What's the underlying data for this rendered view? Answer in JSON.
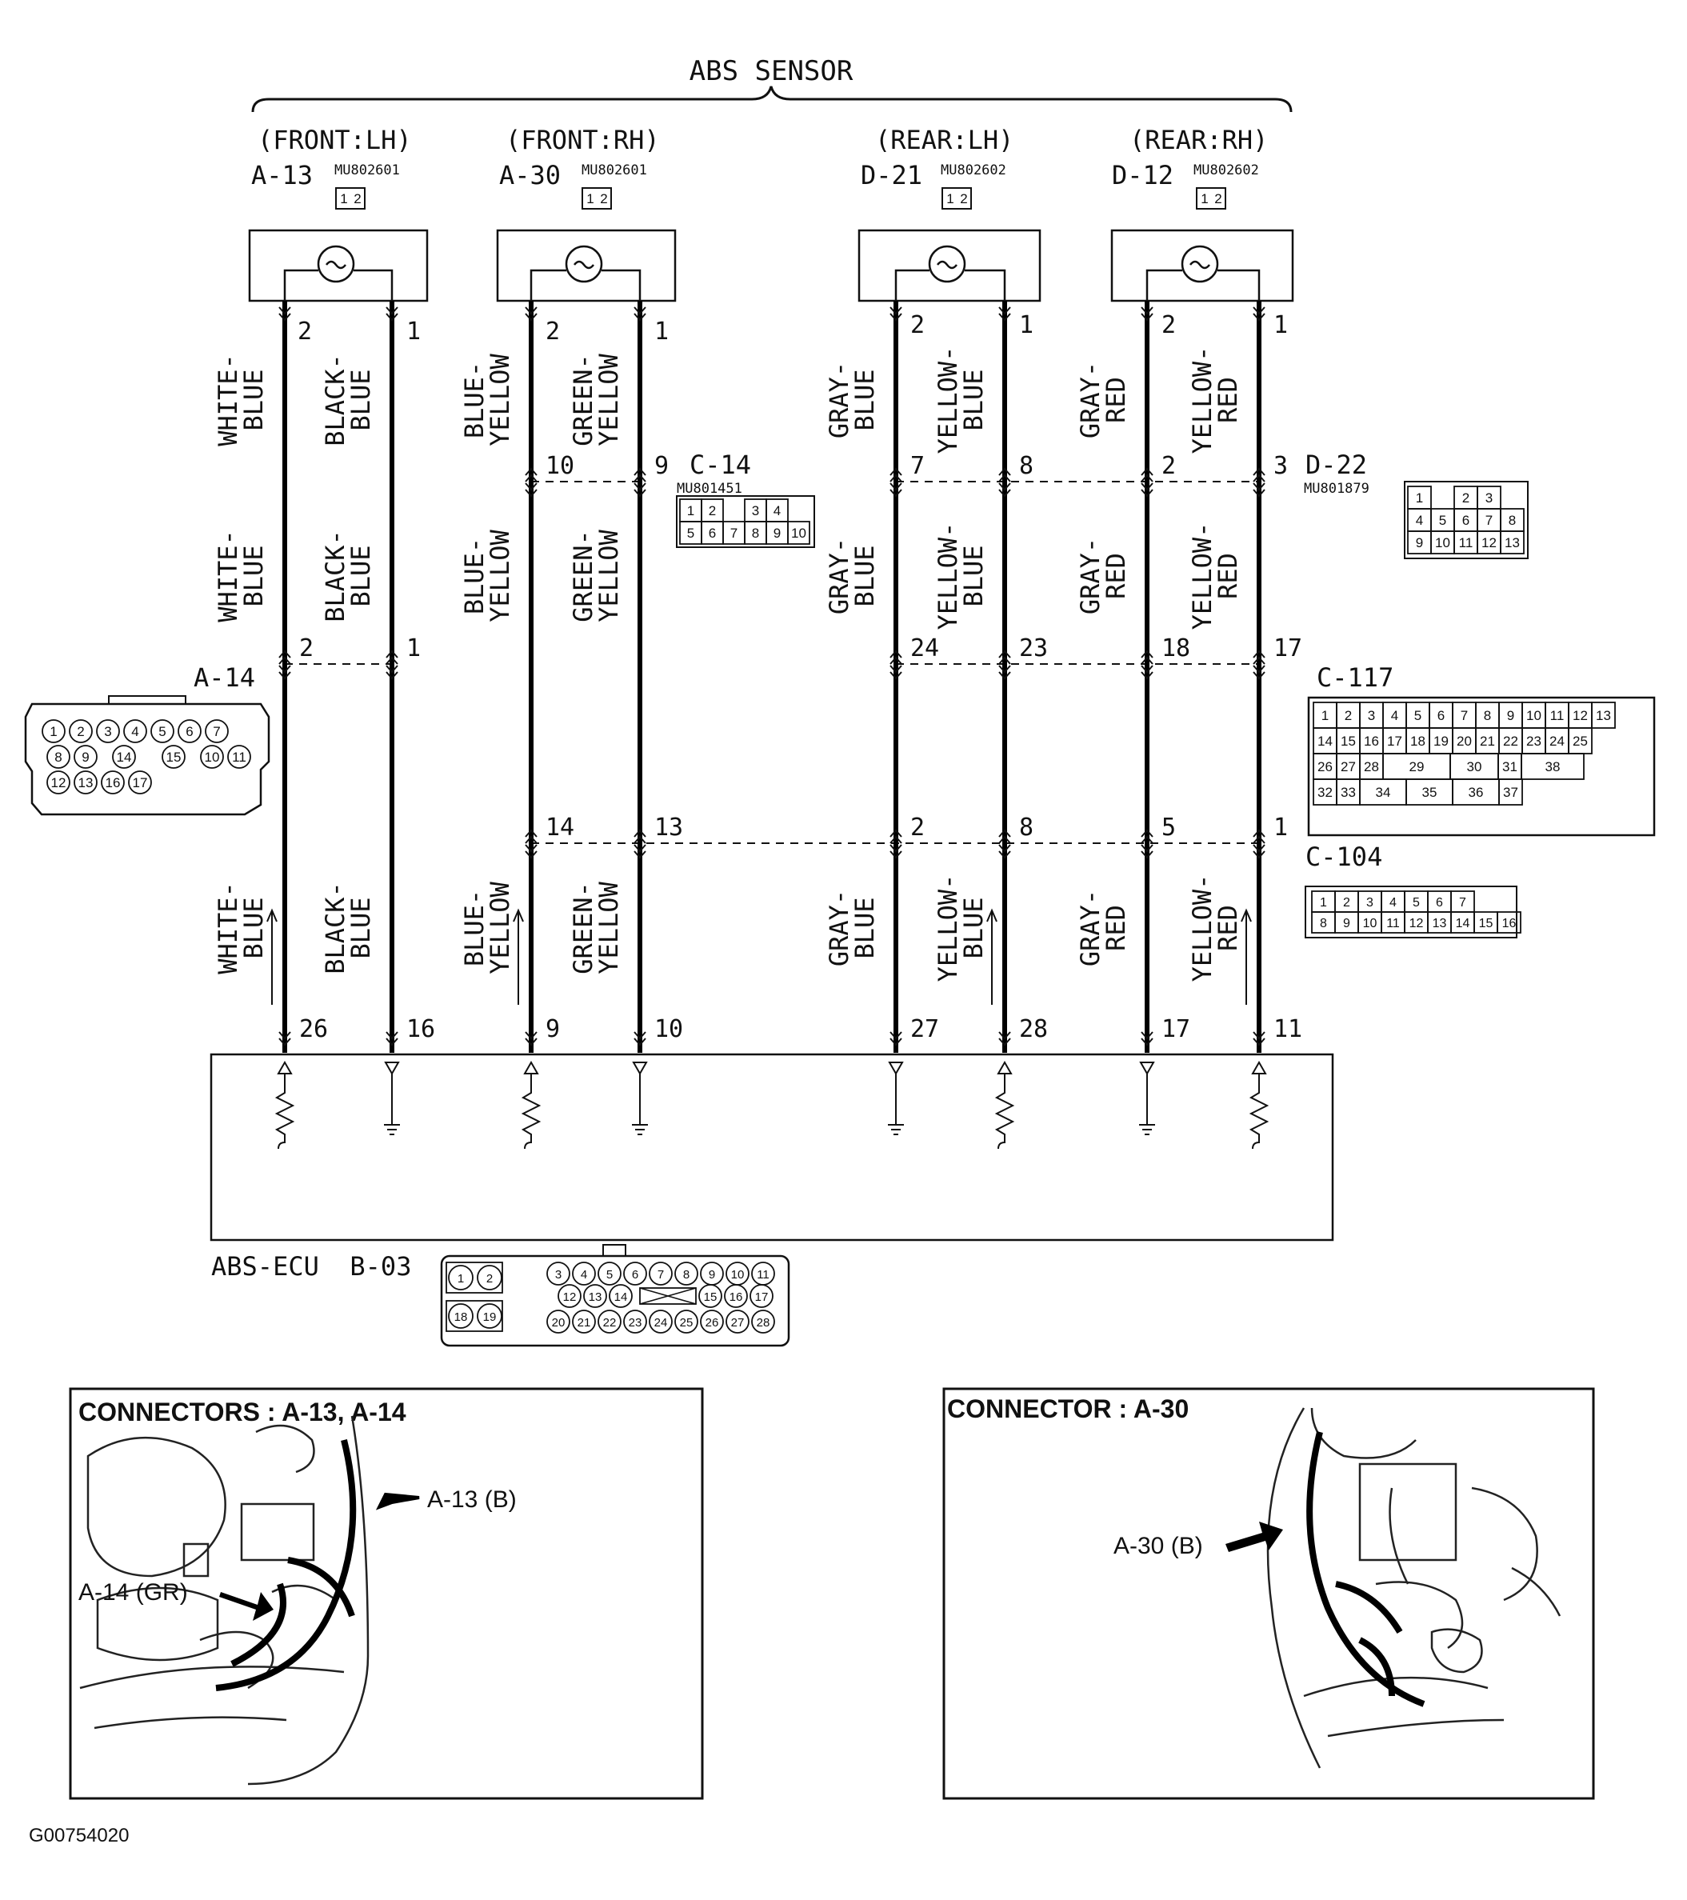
{
  "header": {
    "title": "ABS SENSOR"
  },
  "sensors": [
    {
      "position": "(FRONT:LH)",
      "connector": "A-13",
      "part": "MU802601",
      "pin_a": "2",
      "pin_b": "1"
    },
    {
      "position": "(FRONT:RH)",
      "connector": "A-30",
      "part": "MU802601",
      "pin_a": "2",
      "pin_b": "1"
    },
    {
      "position": "(REAR:LH)",
      "connector": "D-21",
      "part": "MU802602",
      "pin_a": "2",
      "pin_b": "1"
    },
    {
      "position": "(REAR:RH)",
      "connector": "D-12",
      "part": "MU802602",
      "pin_a": "2",
      "pin_b": "1"
    }
  ],
  "sensor_plug_pins": [
    "1",
    "2"
  ],
  "wires": [
    {
      "seg1": [
        "WHITE-",
        "BLUE"
      ],
      "seg2": [
        "WHITE-",
        "BLUE"
      ],
      "seg3": [
        "WHITE-",
        "BLUE"
      ],
      "c14": "",
      "d22": "",
      "a14": "2",
      "c117": "",
      "c104": "",
      "ecu": "26",
      "flow": "up"
    },
    {
      "seg1": [
        "BLACK-",
        "BLUE"
      ],
      "seg2": [
        "BLACK-",
        "BLUE"
      ],
      "seg3": [
        "BLACK-",
        "BLUE"
      ],
      "c14": "",
      "d22": "",
      "a14": "1",
      "c117": "",
      "c104": "",
      "ecu": "16",
      "flow": ""
    },
    {
      "seg1": [
        "BLUE-",
        "YELLOW"
      ],
      "seg2": [
        "BLUE-",
        "YELLOW"
      ],
      "seg3": [
        "BLUE-",
        "YELLOW"
      ],
      "c14": "10",
      "d22": "",
      "a14": "",
      "c117": "",
      "c104": "14",
      "ecu": "9",
      "flow": "up"
    },
    {
      "seg1": [
        "GREEN-",
        "YELLOW"
      ],
      "seg2": [
        "GREEN-",
        "YELLOW"
      ],
      "seg3": [
        "GREEN-",
        "YELLOW"
      ],
      "c14": "9",
      "d22": "",
      "a14": "",
      "c117": "",
      "c104": "13",
      "ecu": "10",
      "flow": ""
    },
    {
      "seg1": [
        "GRAY-",
        "BLUE"
      ],
      "seg2": [
        "GRAY-",
        "BLUE"
      ],
      "seg3": [
        "GRAY-",
        "BLUE"
      ],
      "c14": "",
      "d22": "7",
      "a14": "",
      "c117": "24",
      "c104": "2",
      "ecu": "27",
      "flow": ""
    },
    {
      "seg1": [
        "YELLOW-",
        "BLUE"
      ],
      "seg2": [
        "YELLOW-",
        "BLUE"
      ],
      "seg3": [
        "YELLOW-",
        "BLUE"
      ],
      "c14": "",
      "d22": "8",
      "a14": "",
      "c117": "23",
      "c104": "8",
      "ecu": "28",
      "flow": "up"
    },
    {
      "seg1": [
        "GRAY-",
        "RED"
      ],
      "seg2": [
        "GRAY-",
        "RED"
      ],
      "seg3": [
        "GRAY-",
        "RED"
      ],
      "c14": "",
      "d22": "2",
      "a14": "",
      "c117": "18",
      "c104": "5",
      "ecu": "17",
      "flow": ""
    },
    {
      "seg1": [
        "YELLOW-",
        "RED"
      ],
      "seg2": [
        "YELLOW-",
        "RED"
      ],
      "seg3": [
        "YELLOW-",
        "RED"
      ],
      "c14": "",
      "d22": "3",
      "a14": "",
      "c117": "17",
      "c104": "1",
      "ecu": "11",
      "flow": "up"
    }
  ],
  "connectors": {
    "c14": {
      "name": "C-14",
      "part": "MU801451",
      "rows": [
        [
          "1",
          "2",
          "",
          "3",
          "4"
        ],
        [
          "5",
          "6",
          "7",
          "8",
          "9",
          "10"
        ]
      ]
    },
    "d22": {
      "name": "D-22",
      "part": "MU801879",
      "rows": [
        [
          "1",
          "",
          "2",
          "3"
        ],
        [
          "4",
          "5",
          "6",
          "7",
          "8"
        ],
        [
          "9",
          "10",
          "11",
          "12",
          "13"
        ]
      ]
    },
    "a14": {
      "name": "A-14",
      "rows": [
        [
          "1",
          "2",
          "3",
          "4",
          "5",
          "6",
          "7"
        ],
        [
          "8",
          "9",
          "14",
          "15",
          "10",
          "11"
        ],
        [
          "12",
          "13",
          "16",
          "17"
        ]
      ]
    },
    "c117": {
      "name": "C-117",
      "rows": [
        [
          "1",
          "2",
          "3",
          "4",
          "5",
          "6",
          "7",
          "8",
          "9",
          "10",
          "11",
          "12",
          "13"
        ],
        [
          "14",
          "15",
          "16",
          "17",
          "18",
          "19",
          "20",
          "21",
          "22",
          "23",
          "24",
          "25"
        ],
        [
          "26",
          "27",
          "28",
          "29",
          "30",
          "31",
          "38"
        ],
        [
          "32",
          "33",
          "34",
          "35",
          "36",
          "37"
        ]
      ]
    },
    "c104": {
      "name": "C-104",
      "rows": [
        [
          "1",
          "2",
          "3",
          "4",
          "5",
          "6",
          "7"
        ],
        [
          "8",
          "9",
          "10",
          "11",
          "12",
          "13",
          "14",
          "15",
          "16"
        ]
      ]
    }
  },
  "ecu": {
    "label": "ABS-ECU  B-03",
    "rows": [
      [
        "1",
        "2",
        "3",
        "4",
        "5",
        "6",
        "7",
        "8",
        "9",
        "10",
        "11"
      ],
      [
        "18",
        "19",
        "12",
        "13",
        "14",
        "15",
        "16",
        "17"
      ],
      [
        "20",
        "21",
        "22",
        "23",
        "24",
        "25",
        "26",
        "27",
        "28"
      ]
    ]
  },
  "locators": [
    {
      "title": "CONNECTORS : A-13, A-14",
      "callouts": [
        "A-13 (B)",
        "A-14 (GR)"
      ]
    },
    {
      "title": "CONNECTOR : A-30",
      "callouts": [
        "A-30 (B)"
      ]
    }
  ],
  "footer": {
    "code": "G00754020"
  }
}
